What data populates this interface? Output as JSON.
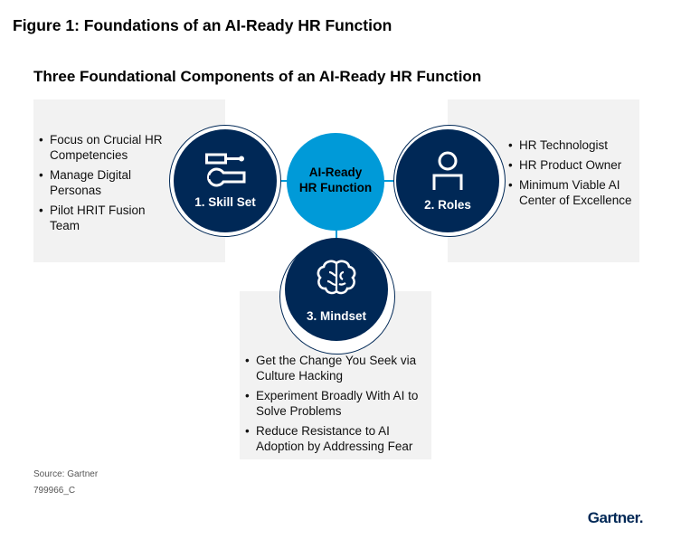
{
  "figure_title": "Figure 1: Foundations of an AI-Ready HR Function",
  "diagram_title": "Three Foundational Components of an AI-Ready HR Function",
  "center": {
    "line1": "AI-Ready",
    "line2": "HR Function",
    "color": "#009AD8"
  },
  "skill_set": {
    "label": "1. Skill Set",
    "icon": "tools-icon",
    "items": [
      "Focus on Crucial HR Competencies",
      "Manage Digital Personas",
      "Pilot HRIT Fusion Team"
    ]
  },
  "roles": {
    "label": "2. Roles",
    "icon": "person-icon",
    "items": [
      "HR Technologist",
      "HR Product Owner",
      "Minimum Viable AI Center of Excellence"
    ]
  },
  "mindset": {
    "label": "3. Mindset",
    "icon": "brain-icon",
    "items": [
      "Get the Change You Seek via Culture Hacking",
      "Experiment Broadly With AI to Solve Problems",
      "Reduce Resistance to AI Adoption by Addressing Fear"
    ]
  },
  "source": "Source: Gartner",
  "code": "799966_C",
  "logo": "Gartner.",
  "colors": {
    "navy": "#002856",
    "box": "#F2F2F2"
  }
}
